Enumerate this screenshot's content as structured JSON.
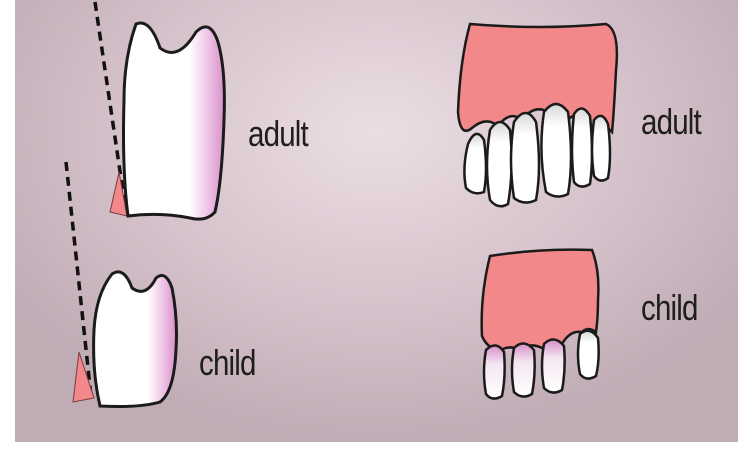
{
  "labels": {
    "adult_side_view": "adult",
    "child_side_view": "child",
    "adult_front_view": "adult",
    "child_front_view": "child"
  },
  "colors": {
    "gum": "#f3888a",
    "tooth": "#ffffff",
    "tooth_shade": "#d78fc9",
    "outline": "#1b1b1b",
    "background_light": "#ecdde4",
    "background_dark": "#c0acb5"
  },
  "icons": {
    "dashed_line": "dashed-guide-line",
    "molar": "molar-tooth-side",
    "gum_triangle": "gum-wedge"
  }
}
